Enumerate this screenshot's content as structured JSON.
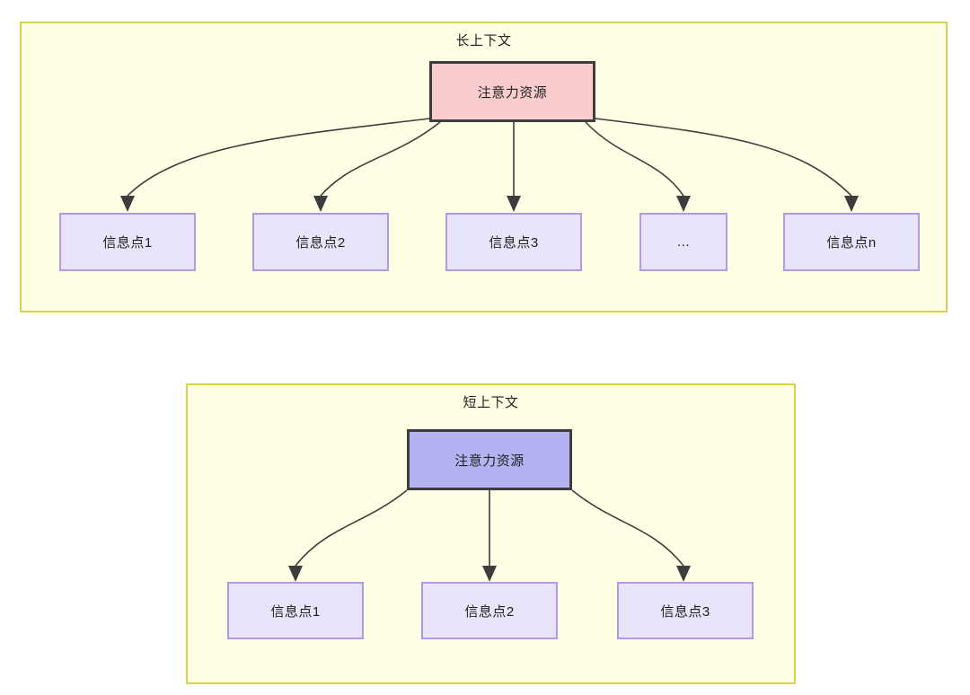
{
  "diagram": {
    "title_hidden": "",
    "colors": {
      "panel_fill": "#ffffe6",
      "panel_border": "#d6d14e",
      "root_pink_fill": "#f9cdcd",
      "root_blue_fill": "#b3b3f2",
      "root_border": "#3d3d3d",
      "info_fill": "#e8e4fb",
      "info_border": "#b39ae0",
      "edge": "#3d3d3d",
      "text": "#1f1f1f"
    },
    "panels": [
      {
        "id": "long-context",
        "title": "长上下文",
        "root": {
          "label": "注意力资源",
          "style": "pink"
        },
        "children": [
          {
            "label": "信息点1"
          },
          {
            "label": "信息点2"
          },
          {
            "label": "信息点3"
          },
          {
            "label": "..."
          },
          {
            "label": "信息点n"
          }
        ]
      },
      {
        "id": "short-context",
        "title": "短上下文",
        "root": {
          "label": "注意力资源",
          "style": "blue"
        },
        "children": [
          {
            "label": "信息点1"
          },
          {
            "label": "信息点2"
          },
          {
            "label": "信息点3"
          }
        ]
      }
    ]
  }
}
